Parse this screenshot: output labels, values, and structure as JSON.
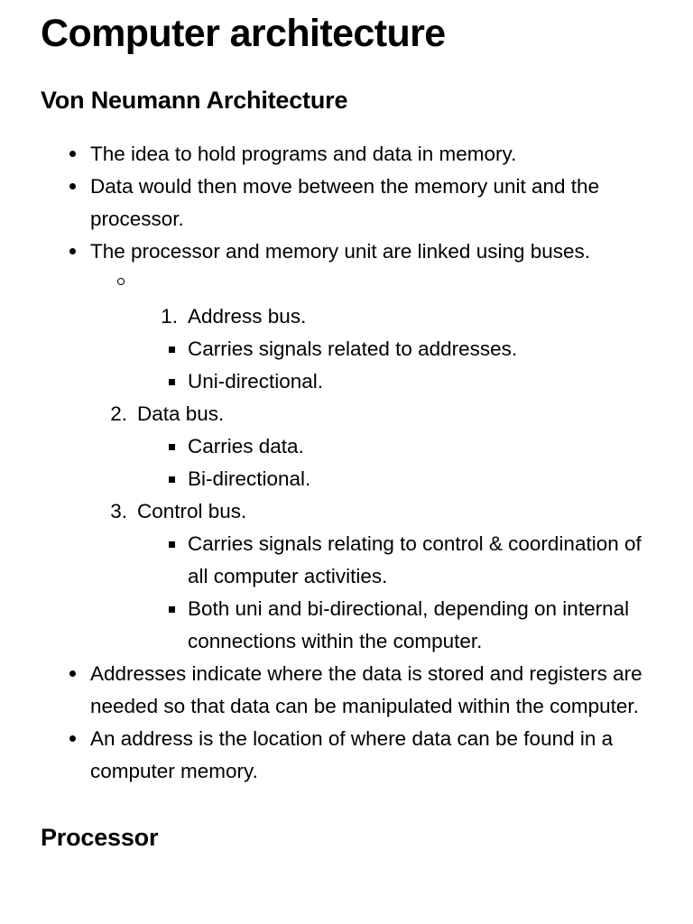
{
  "document": {
    "title": "Computer architecture",
    "background_color": "#ffffff",
    "text_color": "#000000"
  },
  "sections": [
    {
      "heading": "Von Neumann Architecture",
      "bullets": [
        {
          "marker": "disc-bullet",
          "text": "The idea to hold programs and data in memory."
        },
        {
          "marker": "disc-bullet",
          "text": "Data would then move between the memory unit and the processor."
        },
        {
          "marker": "disc-bullet",
          "text": "The processor and memory unit are linked using buses."
        }
      ],
      "nested": {
        "empty_circle_item": "",
        "numbered": [
          {
            "number": "1.",
            "text": "Address bus.",
            "subitems": [
              "Carries signals related to addresses.",
              "Uni-directional."
            ]
          },
          {
            "number": "2.",
            "text": "Data bus.",
            "subitems": [
              "Carries data.",
              "Bi-directional."
            ]
          },
          {
            "number": "3.",
            "text": "Control bus.",
            "subitems": [
              "Carries signals relating to control & coordination of all computer activities.",
              "Both uni and bi-directional, depending on internal connections within the computer."
            ]
          }
        ]
      },
      "bullets_after": [
        {
          "marker": "disc-bullet",
          "text": "Addresses indicate where the data is stored and registers are needed so that data can be manipulated within the computer."
        },
        {
          "marker": "disc-bullet",
          "text": "An address is the location of where data can be found in a computer memory."
        }
      ]
    },
    {
      "heading": "Processor",
      "bullets": []
    }
  ]
}
